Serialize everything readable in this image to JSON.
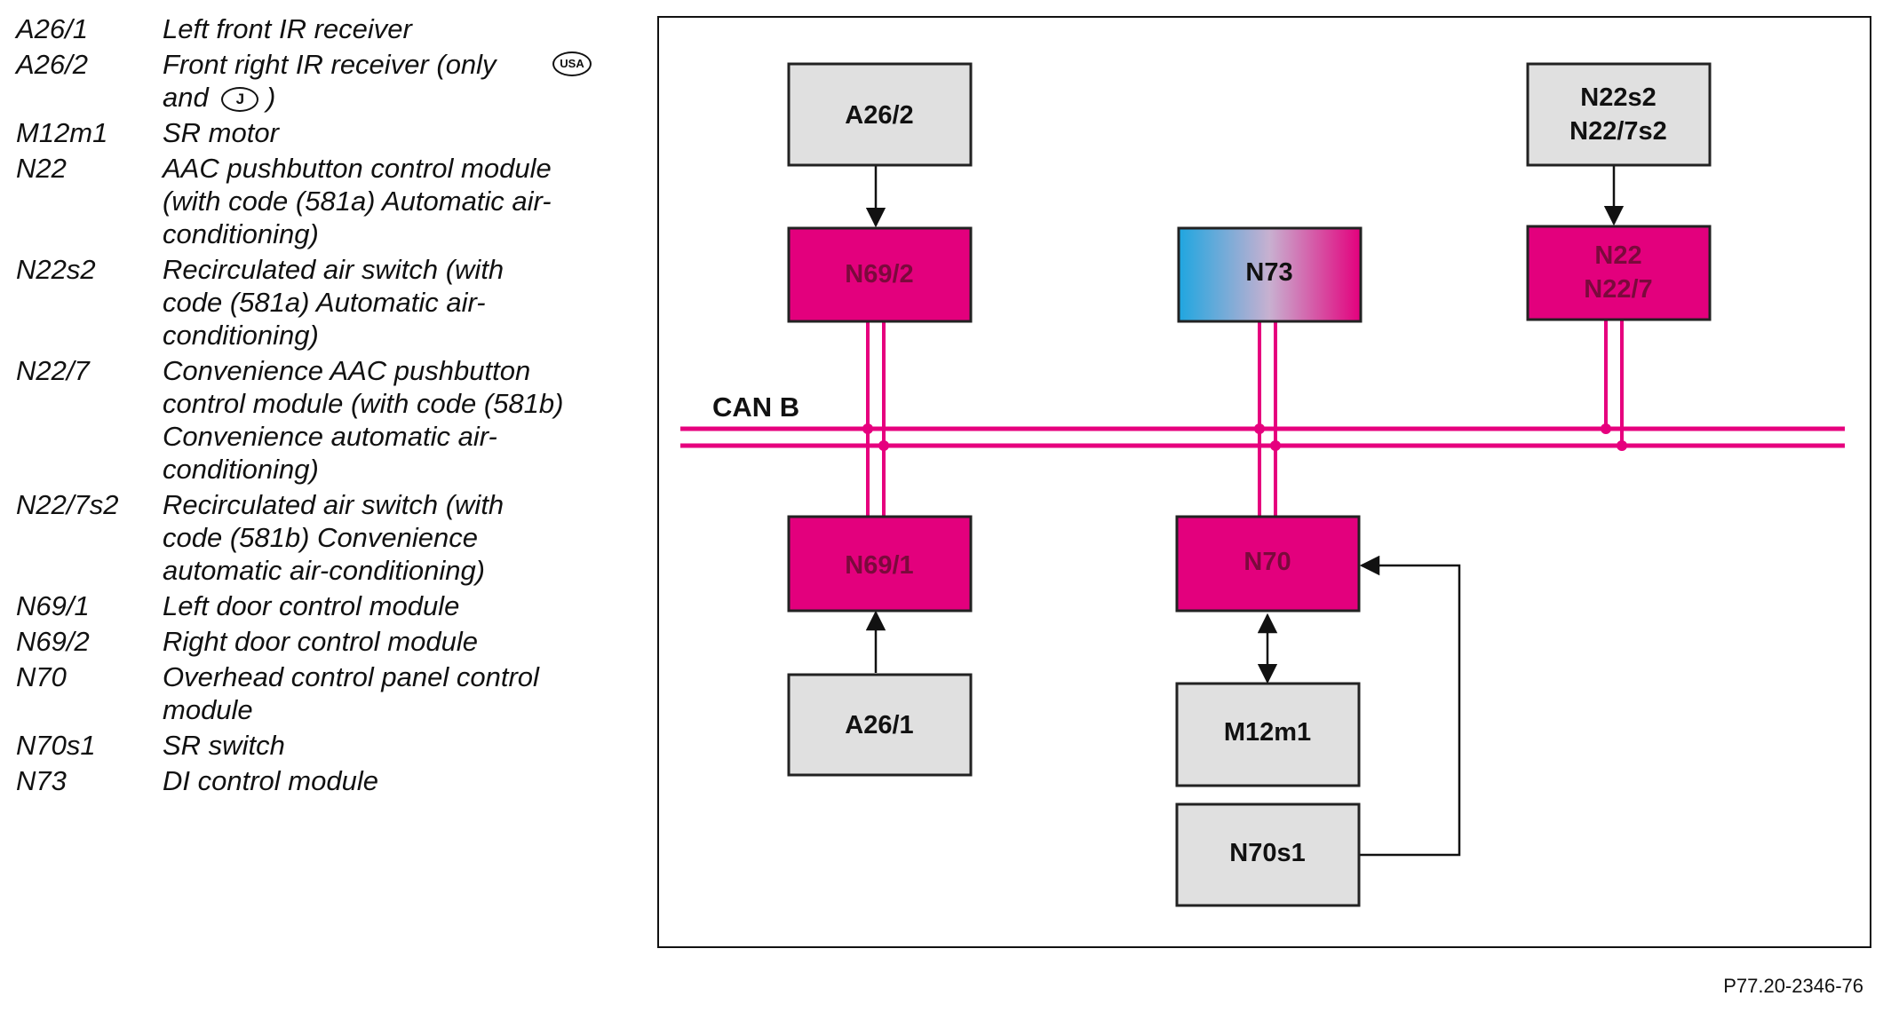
{
  "legend": [
    {
      "code": "A26/1",
      "desc": [
        "Left front IR receiver"
      ]
    },
    {
      "code": "A26/2",
      "desc_parts": {
        "text": "Front right IR receiver (only",
        "and": "and",
        "close": ")",
        "badge_usa": "USA",
        "badge_j": "J"
      }
    },
    {
      "code": "M12m1",
      "desc": [
        "SR motor"
      ]
    },
    {
      "code": "N22",
      "desc": [
        "AAC pushbutton control module",
        "(with code (581a) Automatic air-",
        "conditioning)"
      ]
    },
    {
      "code": "N22s2",
      "desc": [
        "Recirculated air switch (with",
        "code (581a) Automatic air-",
        "conditioning)"
      ]
    },
    {
      "code": "N22/7",
      "desc": [
        "Convenience AAC pushbutton",
        "control module (with code (581b)",
        "Convenience automatic air-",
        "conditioning)"
      ]
    },
    {
      "code": "N22/7s2",
      "desc": [
        "Recirculated air switch (with",
        "code (581b) Convenience",
        "automatic air-conditioning)"
      ]
    },
    {
      "code": "N69/1",
      "desc": [
        "Left door control module"
      ]
    },
    {
      "code": "N69/2",
      "desc": [
        "Right door control module"
      ]
    },
    {
      "code": "N70",
      "desc": [
        "Overhead control panel control",
        "module"
      ]
    },
    {
      "code": "N70s1",
      "desc": [
        "SR switch"
      ]
    },
    {
      "code": "N73",
      "desc": [
        "DI control module"
      ]
    }
  ],
  "diagram": {
    "bus_label": "CAN B",
    "blocks": {
      "a26_2": "A26/2",
      "n69_2": "N69/2",
      "n73": "N73",
      "n22s2_line1": "N22s2",
      "n22s2_line2": "N22/7s2",
      "n22_line1": "N22",
      "n22_line2": "N22/7",
      "n69_1": "N69/1",
      "n70": "N70",
      "a26_1": "A26/1",
      "m12m1": "M12m1",
      "n70s1": "N70s1"
    },
    "colors": {
      "bus": "#e6007e",
      "control_module": "#e3007d",
      "component": "#e0e0e0",
      "n73_gradient_start": "#1fa6e0",
      "n73_gradient_end": "#e3007d"
    }
  },
  "figure_id": "P77.20-2346-76"
}
